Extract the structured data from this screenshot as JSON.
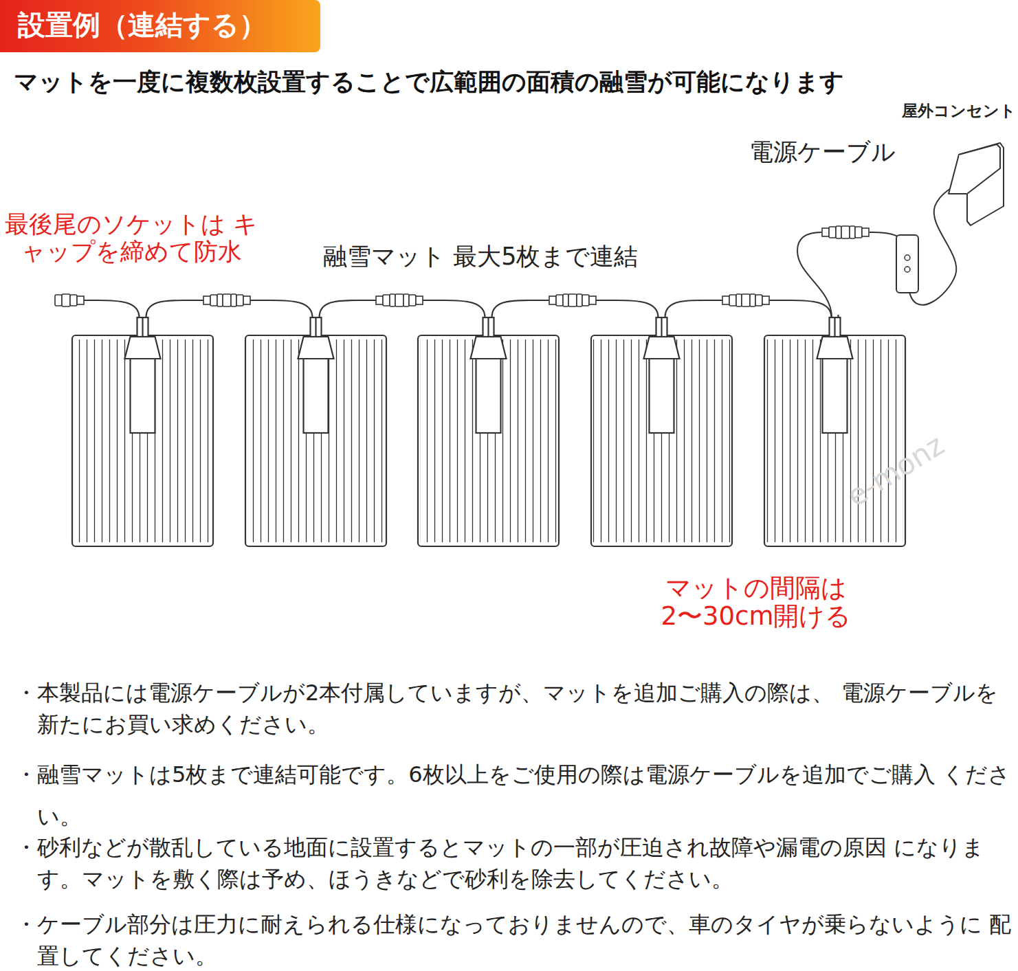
{
  "diagram": {
    "title": "設置例（連結する）",
    "labels": [
      "マットを一度に複数枚設置することで広範囲の面積の融雪が可能になります",
      "屋外コンセント",
      "電源ケーブル",
      "最後尾のソケットは キャップを締めて防水",
      "融雪マット 最大5枚まで連結",
      "マットの間隔は 2〜30cm開ける",
      "・本製品には電源ケーブルが2本付属していますが、マットを追加ご購入の際は、 電源ケーブルを新たにお買い求めください。",
      "・融雪マットは5枚まで連結可能です。6枚以上をご使用の際は電源ケーブルを追加でご購入 ください。",
      "・砂利などが散乱している地面に設置するとマットの一部が圧迫され故障や漏電の原因 になります。マットを敷く際は予め、ほうきなどで砂利を除去してください。",
      "・ケーブル部分は圧力に耐えられる仕様になっておりませんので、車のタイヤが乗らないように 配置してください。",
      "e-monz"
    ]
  }
}
